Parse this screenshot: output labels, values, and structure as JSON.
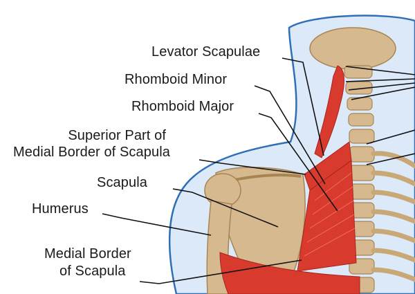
{
  "colors": {
    "outline": "#2f6fb7",
    "skin": "#dce9f8",
    "bone": "#d6b98f",
    "bone_dark": "#a78454",
    "muscle": "#d93a2e",
    "muscle_dark": "#a8251c",
    "leader": "#111111"
  },
  "labels": {
    "levator_scapulae": "Levator Scapulae",
    "rhomboid_minor": "Rhomboid Minor",
    "rhomboid_major": "Rhomboid Major",
    "superior_part_line1": "Superior Part of",
    "superior_part_line2": "Medial Border of Scapula",
    "scapula": "Scapula",
    "humerus": "Humerus",
    "medial_border_line1": "Medial Border",
    "medial_border_line2": "of Scapula"
  }
}
